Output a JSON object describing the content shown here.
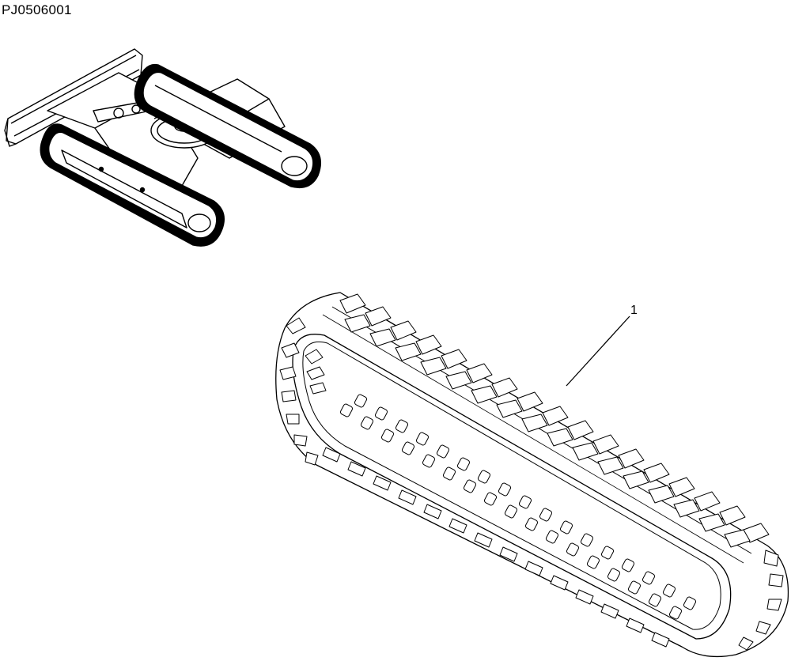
{
  "figure_id": "PJ0506001",
  "callouts": [
    {
      "number": "1",
      "part": "rubber-track"
    }
  ]
}
